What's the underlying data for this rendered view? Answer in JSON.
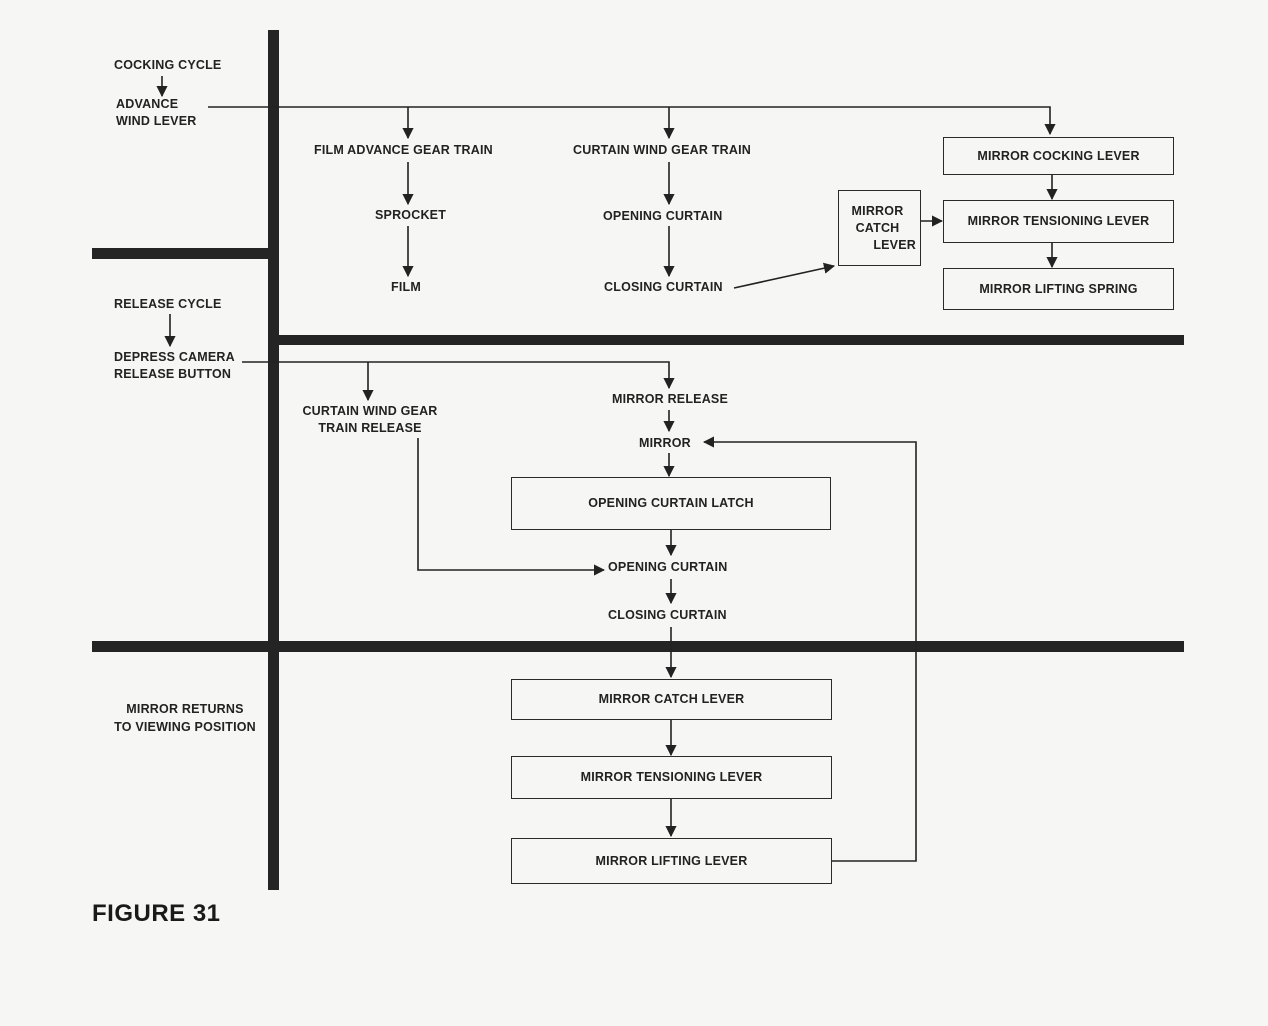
{
  "cocking": {
    "cycle": "COCKING CYCLE",
    "advance_line1": "ADVANCE",
    "advance_line2": "WIND LEVER",
    "film_advance_gear_train": "FILM ADVANCE GEAR TRAIN",
    "sprocket": "SPROCKET",
    "film": "FILM",
    "curtain_wind_gear_train": "CURTAIN WIND GEAR TRAIN",
    "opening_curtain": "OPENING CURTAIN",
    "closing_curtain": "CLOSING CURTAIN",
    "mirror_catch_line1": "MIRROR",
    "mirror_catch_line2": "CATCH",
    "mirror_catch_line3": "LEVER",
    "mirror_cocking_lever": "MIRROR COCKING LEVER",
    "mirror_tensioning_lever": "MIRROR TENSIONING LEVER",
    "mirror_lifting_spring": "MIRROR LIFTING SPRING"
  },
  "release": {
    "cycle": "RELEASE CYCLE",
    "depress_line1": "DEPRESS CAMERA",
    "depress_line2": "RELEASE BUTTON",
    "curtain_release_line1": "CURTAIN WIND GEAR",
    "curtain_release_line2": "TRAIN RELEASE",
    "mirror_release": "MIRROR RELEASE",
    "mirror": "MIRROR",
    "opening_curtain_latch": "OPENING CURTAIN LATCH",
    "opening_curtain": "OPENING CURTAIN",
    "closing_curtain": "CLOSING CURTAIN"
  },
  "return": {
    "label_line1": "MIRROR RETURNS",
    "label_line2": "TO VIEWING POSITION",
    "mirror_catch_lever": "MIRROR CATCH LEVER",
    "mirror_tensioning_lever": "MIRROR TENSIONING LEVER",
    "mirror_lifting_lever": "MIRROR LIFTING LEVER"
  },
  "caption": "FIGURE 31",
  "colors": {
    "ink": "#222222",
    "paper": "#f6f6f4"
  }
}
